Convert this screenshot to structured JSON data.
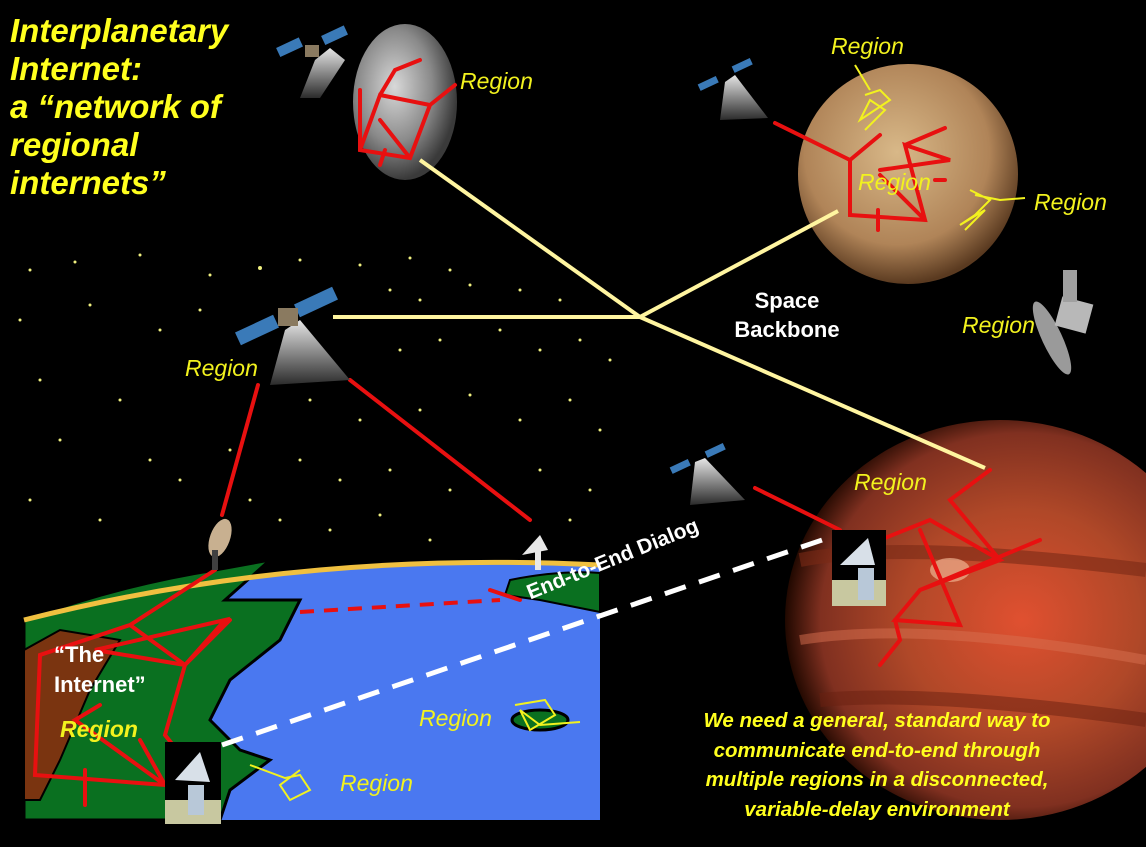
{
  "title": {
    "line1": "Interplanetary",
    "line2": "Internet:",
    "line3": "a “network of",
    "line4": "regional",
    "line5": "internets”"
  },
  "labels": {
    "moon_region": "Region",
    "mars_region_top": "Region",
    "mars_region_center": "Region",
    "mars_region_right": "Region",
    "space_backbone_line1": "Space",
    "space_backbone_line2": "Backbone",
    "spacecraft_region": "Region",
    "leo_region": "Region",
    "jupiter_region": "Region",
    "end_to_end": "End-to-End Dialog",
    "the_internet_line1": "“The",
    "the_internet_line2": "Internet”",
    "earth_region": "Region",
    "ocean_region_island": "Region",
    "ocean_region_bottom": "Region"
  },
  "note": {
    "line1": "We need a general, standard way to",
    "line2": "communicate end-to-end  through",
    "line3": "multiple regions in a disconnected,",
    "line4": "variable-delay environment"
  },
  "colors": {
    "background": "#000000",
    "title_yellow": "#ffff1e",
    "region_yellow": "#f2f21e",
    "network_red": "#e81010",
    "backbone": "#fff5a0",
    "ocean": "#4a78f0",
    "land": "#0a7020",
    "mars": "#c09060",
    "jupiter": "#a84020"
  }
}
